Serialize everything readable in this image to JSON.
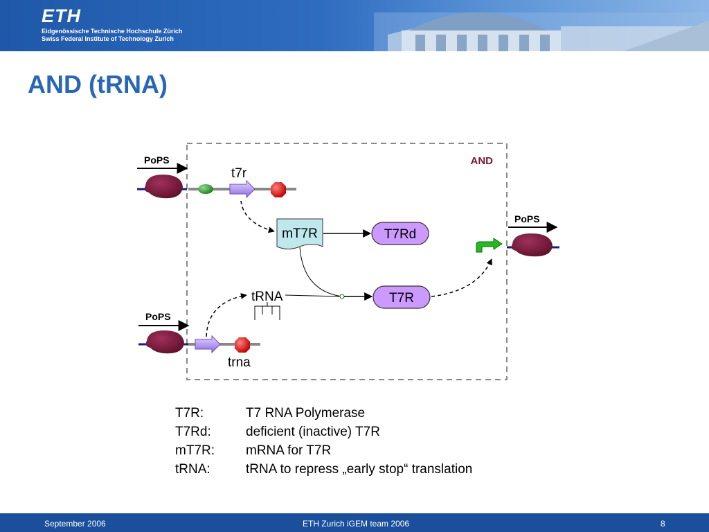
{
  "header": {
    "logo": "ETH",
    "institution_de": "Eidgenössische Technische Hochschule Zürich",
    "institution_en": "Swiss Federal Institute of Technology Zurich"
  },
  "slide": {
    "title": "AND (tRNA)"
  },
  "diagram": {
    "box_label": "AND",
    "pops_in_top": "PoPS",
    "pops_in_bottom": "PoPS",
    "pops_out": "PoPS",
    "gene_top": "t7r",
    "gene_bottom": "trna",
    "mrna": "mT7R",
    "protein_deficient": "T7Rd",
    "protein_active": "T7R",
    "trna": "tRNA"
  },
  "legend": [
    {
      "term": "T7R:",
      "definition": "T7 RNA Polymerase"
    },
    {
      "term": "T7Rd:",
      "definition": "deficient (inactive) T7R"
    },
    {
      "term": "mT7R:",
      "definition": "mRNA for T7R"
    },
    {
      "term": "tRNA:",
      "definition": "tRNA to repress „early stop“ translation"
    }
  ],
  "footer": {
    "date": "September 2006",
    "team": "ETH Zurich iGEM team 2006",
    "page": "8"
  },
  "colors": {
    "title": "#2866b8",
    "header_blue": "#1f58a8",
    "footer_blue": "#1b4f9c",
    "protein_fill": "#cc99ff",
    "mrna_fill": "#bfe8ec",
    "device_fill": "#7a1a3a",
    "rbs_green": "#2e8b2e",
    "terminator_red": "#e01010",
    "promoter_green": "#22bb22"
  }
}
